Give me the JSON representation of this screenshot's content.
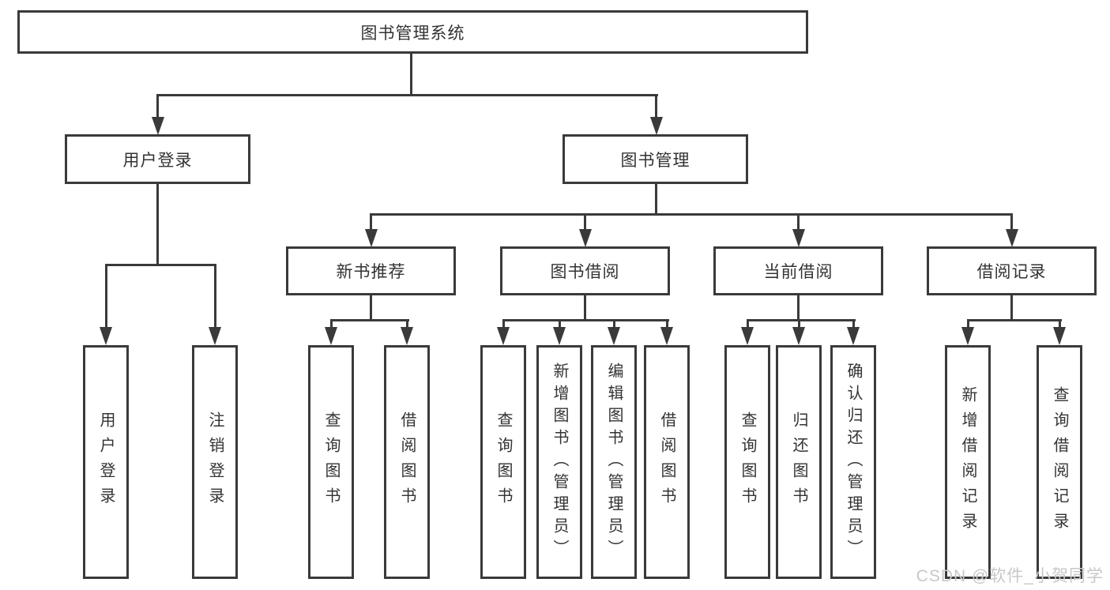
{
  "title": "图书管理系统",
  "tree": {
    "root": {
      "label": "图书管理系统"
    },
    "branches": [
      {
        "label": "用户登录",
        "children": [
          {
            "label": "用户登录"
          },
          {
            "label": "注销登录"
          }
        ]
      },
      {
        "label": "图书管理",
        "children": [
          {
            "label": "新书推荐",
            "children": [
              {
                "label": "查询图书"
              },
              {
                "label": "借阅图书"
              }
            ]
          },
          {
            "label": "图书借阅",
            "children": [
              {
                "label": "查询图书"
              },
              {
                "label": "新增图书（管理员）"
              },
              {
                "label": "编辑图书（管理员）"
              },
              {
                "label": "借阅图书"
              }
            ]
          },
          {
            "label": "当前借阅",
            "children": [
              {
                "label": "查询图书"
              },
              {
                "label": "归还图书"
              },
              {
                "label": "确认归还（管理员）"
              }
            ]
          },
          {
            "label": "借阅记录",
            "children": [
              {
                "label": "新增借阅记录"
              },
              {
                "label": "查询借阅记录"
              }
            ]
          }
        ]
      }
    ]
  },
  "watermark": {
    "text": "CSDN @软件_小贺同学",
    "color": "#c8c8c8"
  },
  "colors": {
    "line": "#3a3a3a",
    "text": "#333333",
    "background": "#ffffff",
    "box_fill": "#ffffff"
  }
}
